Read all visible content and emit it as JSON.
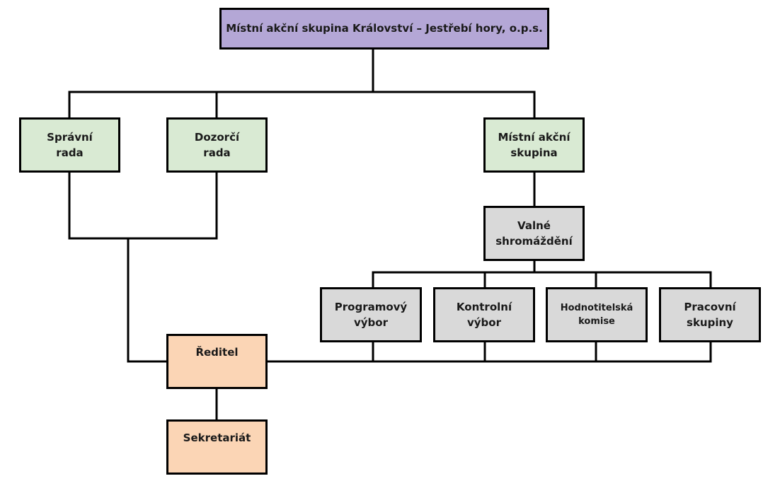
{
  "colors": {
    "top": "#b4a7d6",
    "board": "#d9ead3",
    "committee": "#d9d9d9",
    "office": "#fbd5b5",
    "line": "#000000"
  },
  "nodes": {
    "root": "Místní akční skupina Království – Jestřebí hory, o.p.s.",
    "spravni_rada": "Správní\nrada",
    "dozorci_rada": "Dozorčí\nrada",
    "mistni_akcni_skupina": "Místní akční\nskupina",
    "valne_shromazdeni": "Valné\nshromáždění",
    "programovy_vybor": "Programový\nvýbor",
    "kontrolni_vybor": "Kontrolní\nvýbor",
    "hodnotitelska_komise": "Hodnotitelská\nkomise",
    "pracovni_skupiny": "Pracovní\nskupiny",
    "reditel": "Ředitel",
    "sekretariat": "Sekretariát"
  }
}
